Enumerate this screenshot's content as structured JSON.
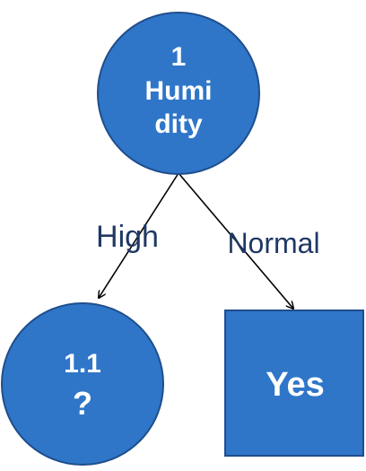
{
  "colors": {
    "node_fill": "#2f76c9",
    "node_stroke": "#1f4e8c",
    "edge": "#000000",
    "edge_label": "#1f3864"
  },
  "nodes": {
    "root": {
      "shape": "circle",
      "line1": "1",
      "line2": "Humi",
      "line3": "dity"
    },
    "left_child": {
      "shape": "circle",
      "line1": "1.1",
      "line2": "?"
    },
    "right_child": {
      "shape": "square",
      "label": "Yes"
    }
  },
  "edges": {
    "left": {
      "label": "High"
    },
    "right": {
      "label": "Normal"
    }
  }
}
